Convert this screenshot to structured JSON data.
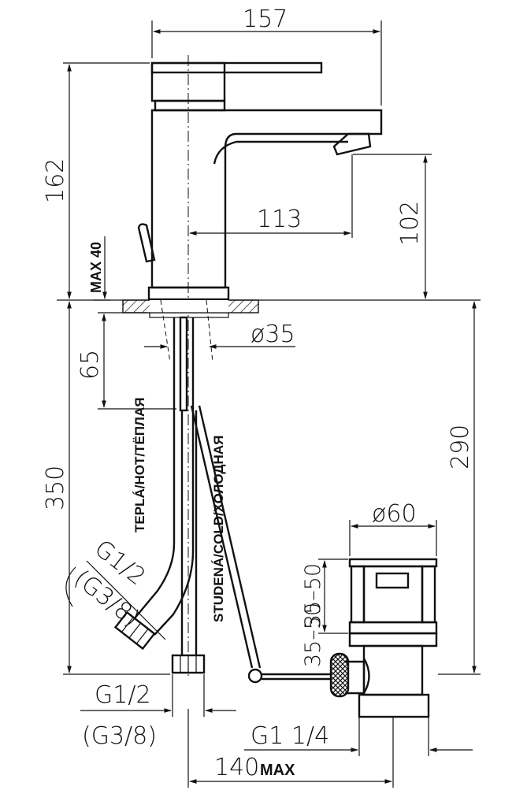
{
  "dimensions": {
    "width_157": "157",
    "height_162": "162",
    "reach_113": "113",
    "height_102": "102",
    "max_40": "MAX  40",
    "diam_35": "ø35",
    "depth_65": "65",
    "len_350": "350",
    "len_290": "290",
    "diam_60": "ø60",
    "range_35_50_a": "35–50",
    "range_35_50_b": "35–50",
    "thread_g12_a": "G1/2",
    "thread_g38_a": "(G3/8)",
    "thread_g12_b": "G1/2",
    "thread_g38_b": "(G3/8)",
    "thread_g1_14": "G1  1/4",
    "len_140": "140",
    "len_140_max": "MAX"
  },
  "hose_labels": {
    "hot": "TEPLÁ/HOT/TЁПЛАЯ",
    "cold": "STUDENÁ/COLD/ХОЛОДНАЯ"
  }
}
